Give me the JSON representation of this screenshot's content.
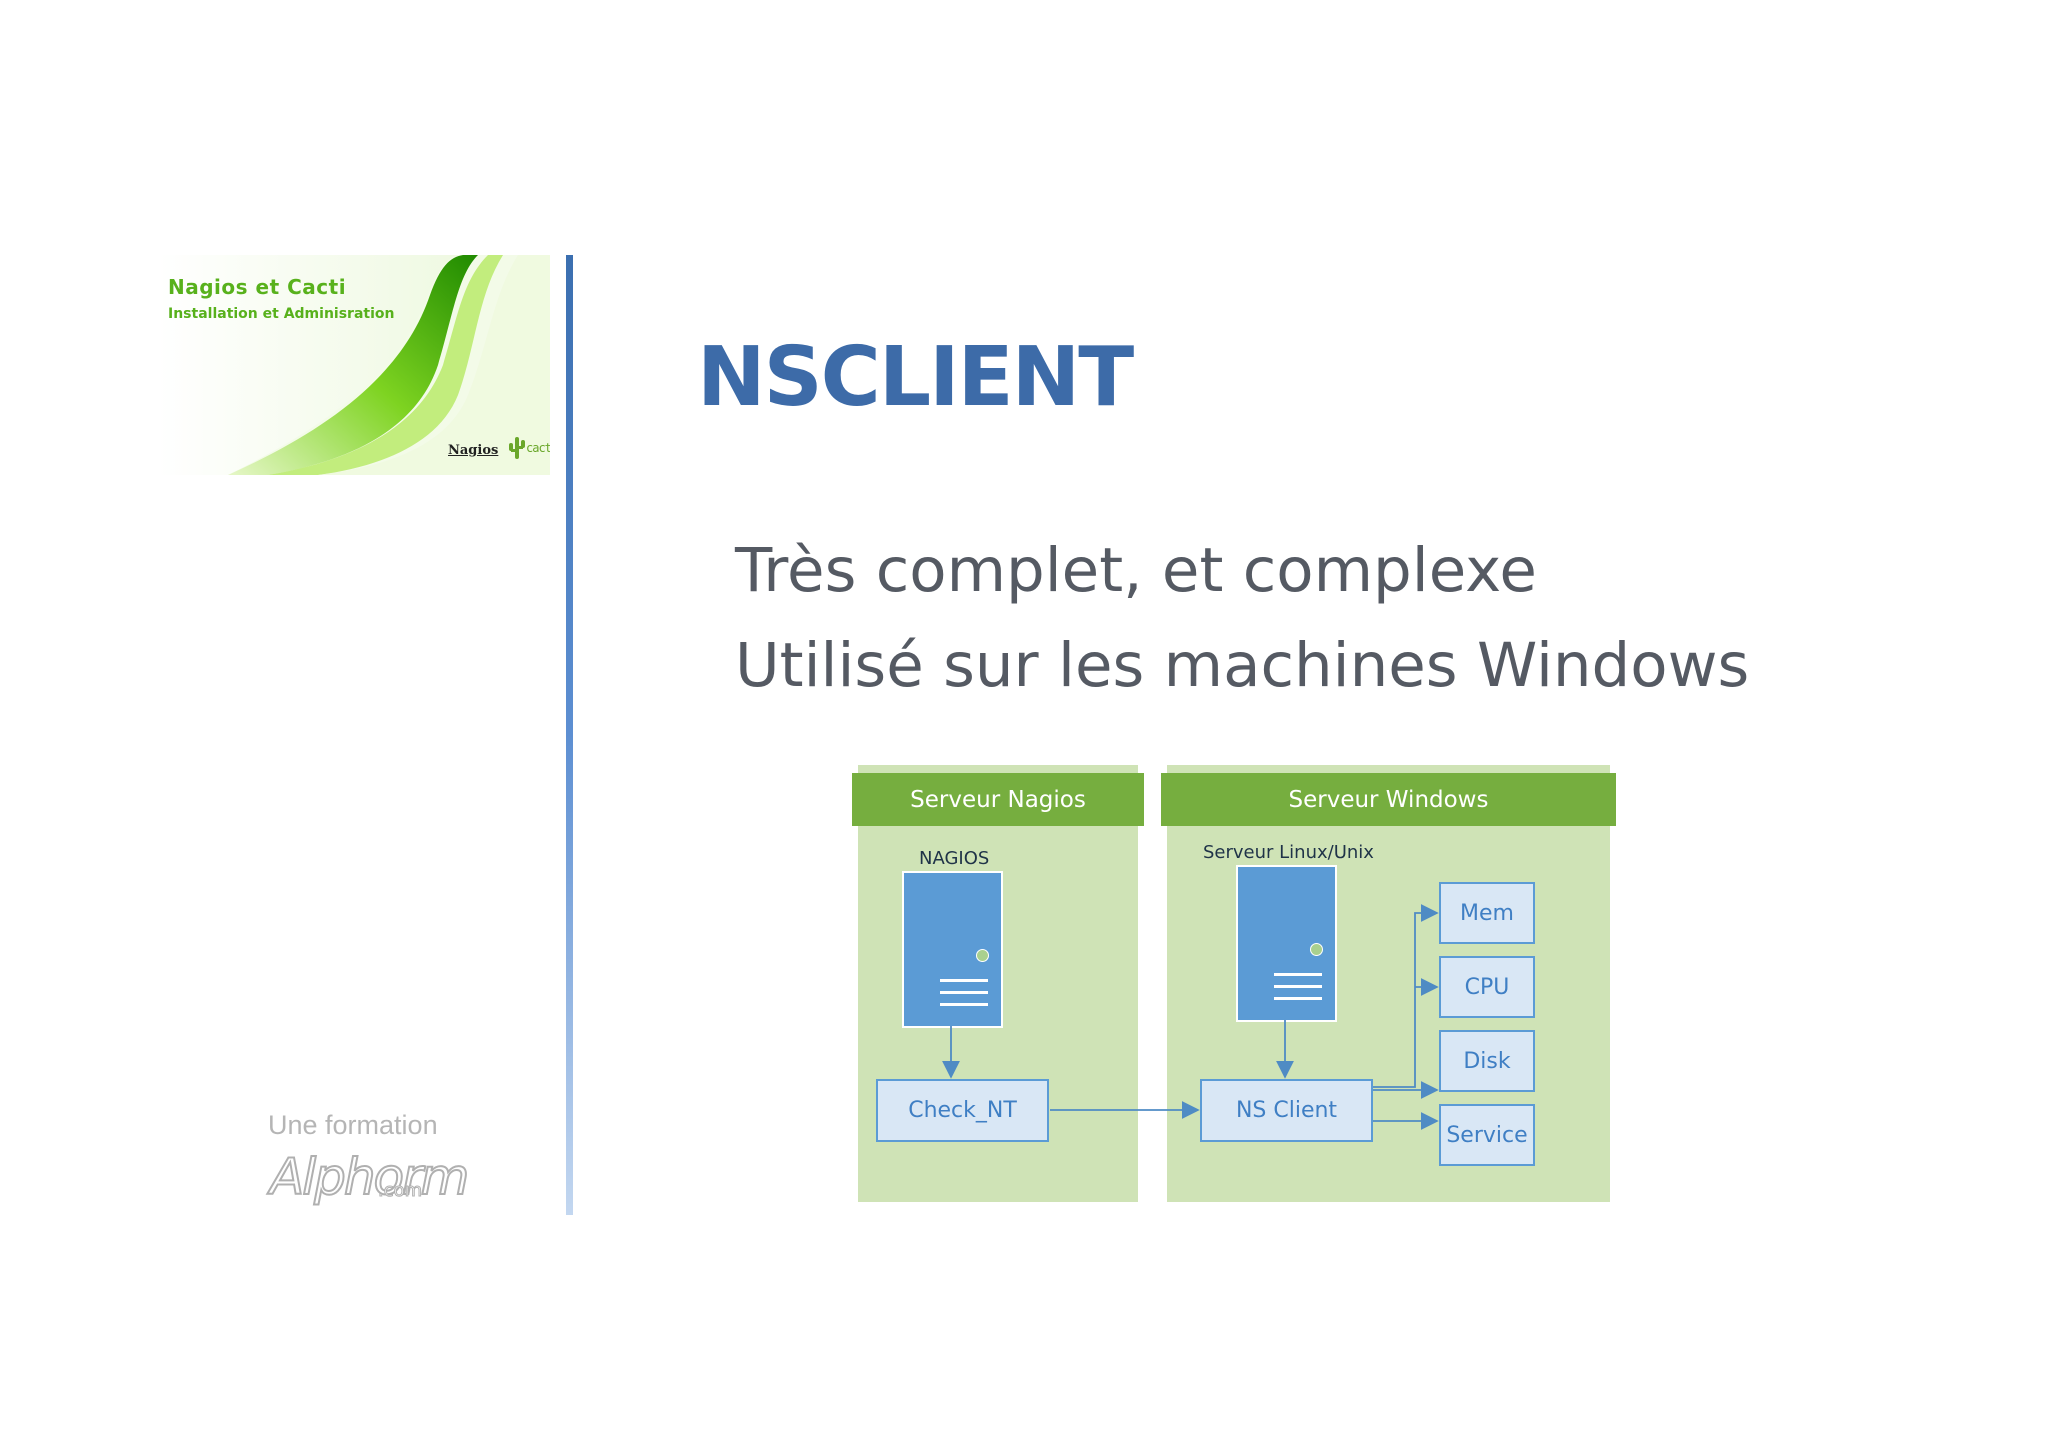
{
  "brand": {
    "title": "Nagios et Cacti",
    "subtitle": "Installation et Adminisration",
    "logo_nagios": "Nagios",
    "logo_cacti": "cacti",
    "tagline": "Une formation",
    "provider": "Alphorm",
    "provider_suffix": ".com"
  },
  "slide": {
    "title": "NSCLIENT",
    "bullets": [
      "Très complet, et complexe",
      "Utilisé sur les machines Windows"
    ]
  },
  "diagram": {
    "panels": [
      {
        "header": "Serveur Nagios",
        "server_label": "NAGIOS",
        "component": "Check_NT"
      },
      {
        "header": "Serveur Windows",
        "server_label": "Serveur Linux/Unix",
        "component": "NS Client"
      }
    ],
    "resources": [
      "Mem",
      "CPU",
      "Disk",
      "Service"
    ]
  },
  "colors": {
    "title": "#3d6ba8",
    "panel_bg": "#cfe3b6",
    "panel_header": "#76ae3f",
    "server": "#5b9bd5",
    "box_border": "#5b9bd5",
    "brand_green": "#58b11c"
  }
}
